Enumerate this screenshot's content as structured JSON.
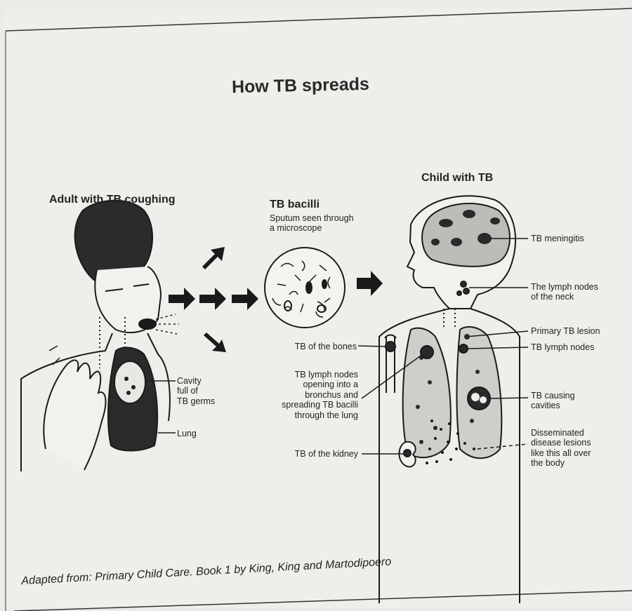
{
  "title": "How TB spreads",
  "adult": {
    "heading": "Adult with TB coughing",
    "labels": {
      "cavity": "Cavity\nfull of\nTB germs",
      "lung": "Lung"
    }
  },
  "bacilli": {
    "heading": "TB bacilli",
    "subheading": "Sputum seen through\na microscope"
  },
  "child": {
    "heading": "Child with TB",
    "labels": {
      "meningitis": "TB meningitis",
      "lymph_neck": "The lymph nodes\nof the neck",
      "primary_lesion": "Primary TB lesion",
      "lymph_nodes": "TB lymph nodes",
      "causing_cavities": "TB causing\ncavities",
      "disseminated": "Disseminated\ndisease lesions\nlike this all over\nthe body",
      "bones": "TB of the bones",
      "lymph_bronchus": "TB lymph nodes\nopening into a\nbronchus and\nspreading TB bacilli\nthrough the lung",
      "kidney": "TB of the kidney"
    }
  },
  "credit": "Adapted from: Primary Child Care. Book 1 by King, King and Martodipoero",
  "colors": {
    "ink": "#1a1a1a",
    "paper": "#efeeea",
    "background": "#ecebe7"
  }
}
